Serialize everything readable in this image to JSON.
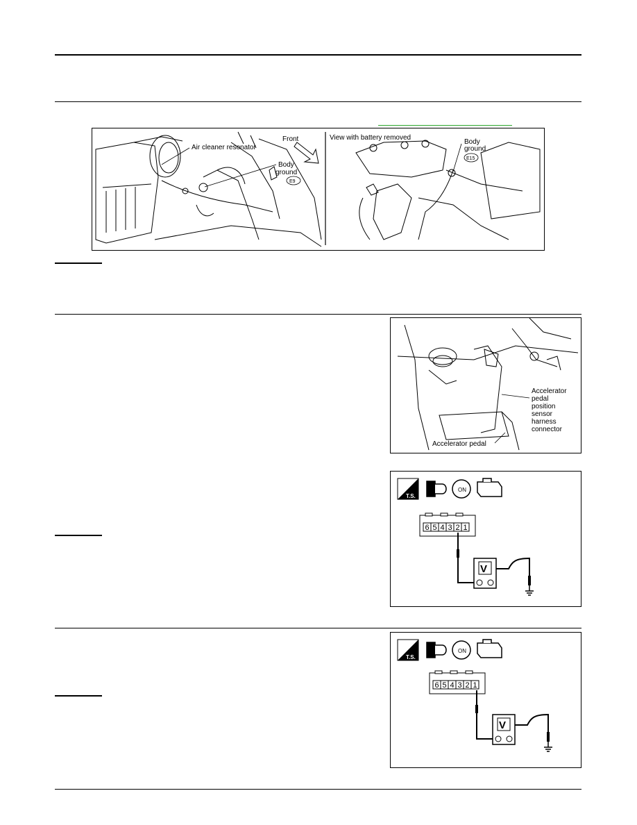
{
  "figure1": {
    "left": {
      "air_cleaner_label": "Air cleaner resonator",
      "front_label": "Front",
      "body_ground_line1": "Body",
      "body_ground_line2": "ground",
      "connector_code": "E9"
    },
    "right": {
      "view_caption": "View with battery removed",
      "body_ground_line1": "Body",
      "body_ground_line2": "ground",
      "connector_code": "E15"
    }
  },
  "figure2": {
    "sensor_label_lines": [
      "Accelerator",
      "pedal",
      "position",
      "sensor",
      "harness",
      "connector"
    ],
    "pedal_label": "Accelerator pedal"
  },
  "figure3": {
    "ts_label": "T.S.",
    "on_label": "ON",
    "pins": [
      "6",
      "5",
      "4",
      "3",
      "2",
      "1"
    ],
    "meter_label": "V"
  },
  "figure4": {
    "ts_label": "T.S.",
    "on_label": "ON",
    "pins": [
      "6",
      "5",
      "4",
      "3",
      "2",
      "1"
    ],
    "meter_label": "V"
  }
}
